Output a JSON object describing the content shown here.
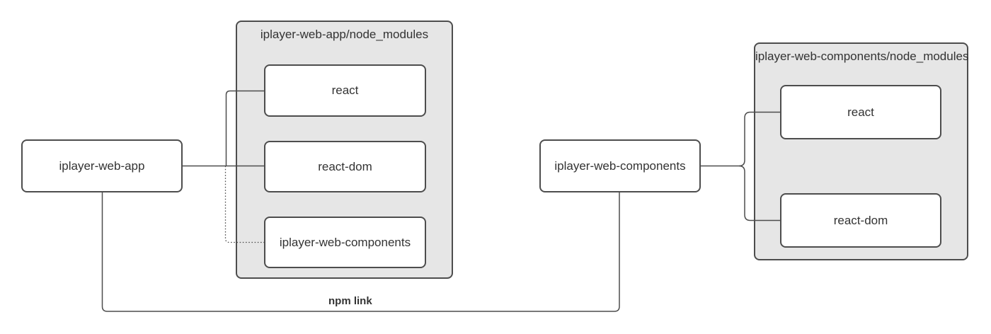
{
  "diagram": {
    "app": {
      "label": "iplayer-web-app"
    },
    "app_modules": {
      "title": "iplayer-web-app/node_modules",
      "children": [
        {
          "label": "react"
        },
        {
          "label": "react-dom"
        },
        {
          "label": "iplayer-web-components"
        }
      ]
    },
    "components": {
      "label": "iplayer-web-components"
    },
    "components_modules": {
      "title": "iplayer-web-components/node_modules",
      "children": [
        {
          "label": "react"
        },
        {
          "label": "react-dom"
        }
      ]
    },
    "edges": {
      "npm_link_label": "npm link"
    },
    "colors": {
      "background": "#ffffff",
      "container_fill": "#e6e6e6",
      "stroke": "#4d4d4d",
      "node_fill": "#ffffff",
      "text": "#333333"
    }
  }
}
